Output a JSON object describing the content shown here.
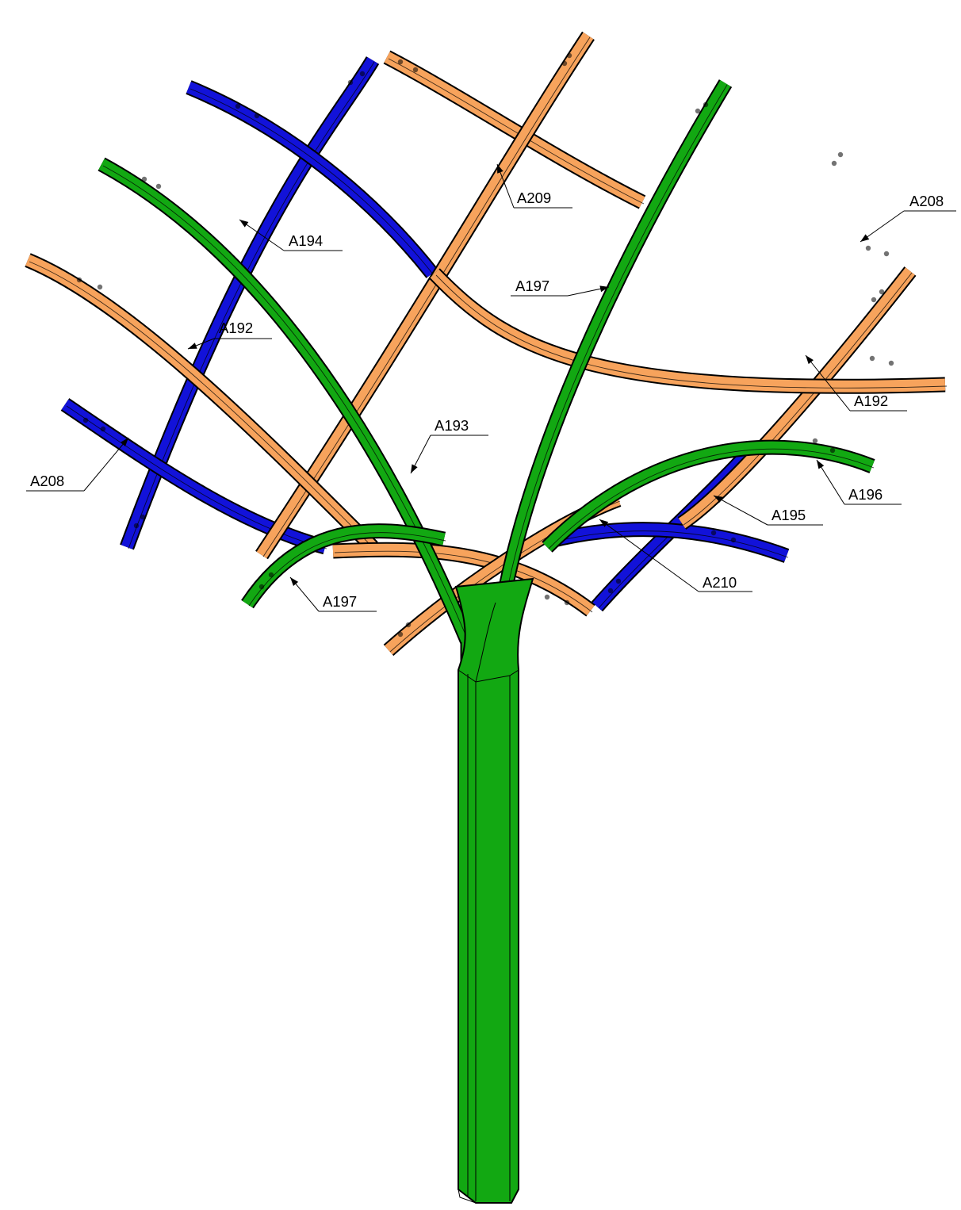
{
  "colors": {
    "orange": "#F7A35C",
    "blue": "#1212D9",
    "green": "#12A812",
    "outline": "#000000",
    "background": "#FFFFFF"
  },
  "callouts": [
    {
      "id": "A209",
      "label": "A209"
    },
    {
      "id": "A208-right",
      "label": "A208"
    },
    {
      "id": "A194",
      "label": "A194"
    },
    {
      "id": "A197-upper",
      "label": "A197"
    },
    {
      "id": "A192-left",
      "label": "A192"
    },
    {
      "id": "A192-right",
      "label": "A192"
    },
    {
      "id": "A193",
      "label": "A193"
    },
    {
      "id": "A208-left",
      "label": "A208"
    },
    {
      "id": "A196",
      "label": "A196"
    },
    {
      "id": "A195",
      "label": "A195"
    },
    {
      "id": "A210",
      "label": "A210"
    },
    {
      "id": "A197-lower",
      "label": "A197"
    }
  ],
  "members": [
    {
      "part": "A194",
      "color": "blue"
    },
    {
      "part": "A208",
      "color": "blue"
    },
    {
      "part": "A208",
      "color": "blue"
    },
    {
      "part": "A195",
      "color": "blue"
    },
    {
      "part": "A210",
      "color": "blue"
    },
    {
      "part": "A209",
      "color": "orange"
    },
    {
      "part": "A209",
      "color": "orange"
    },
    {
      "part": "A192",
      "color": "orange"
    },
    {
      "part": "A192",
      "color": "orange"
    },
    {
      "part": "A192",
      "color": "orange"
    },
    {
      "part": "A210",
      "color": "orange"
    },
    {
      "part": "A210",
      "color": "orange"
    },
    {
      "part": "A193",
      "color": "green"
    },
    {
      "part": "A197",
      "color": "green"
    },
    {
      "part": "A196",
      "color": "green"
    },
    {
      "part": "A197",
      "color": "green"
    },
    {
      "part": "trunk",
      "color": "green"
    }
  ]
}
